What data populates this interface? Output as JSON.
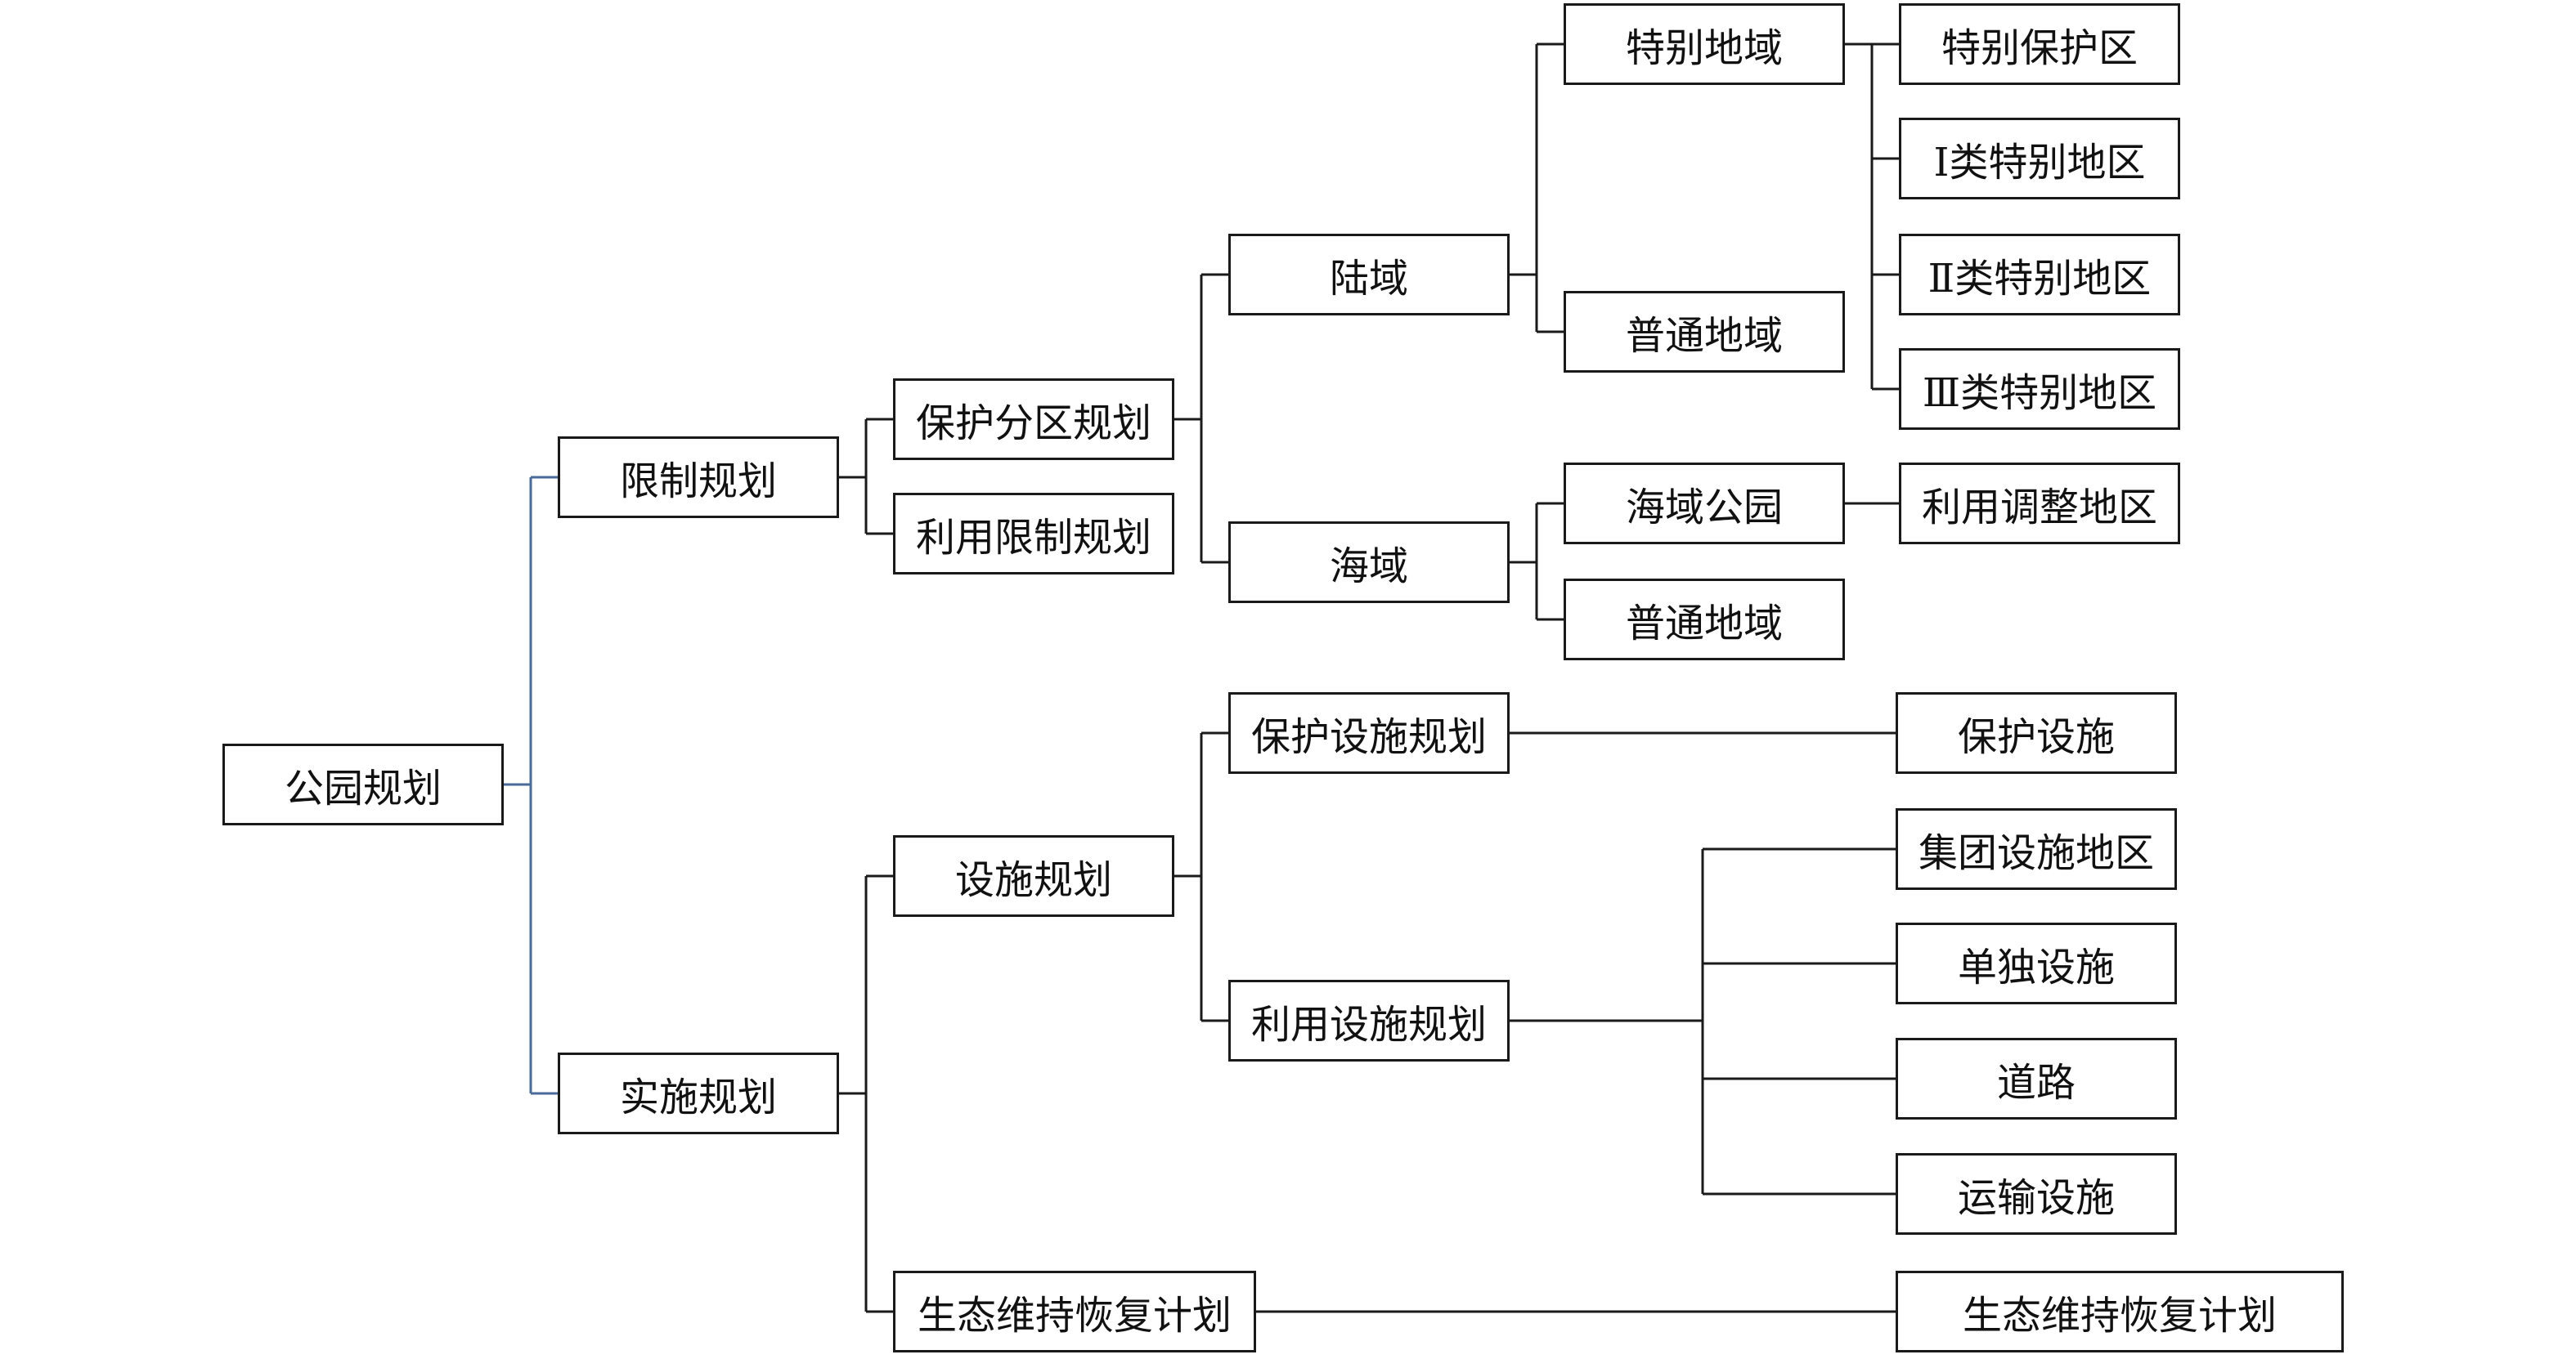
{
  "diagram": {
    "root": "公园规划",
    "level1": {
      "restrict": "限制规划",
      "implement": "实施规划"
    },
    "level2": {
      "zoning": "保护分区规划",
      "use_limit": "利用限制规划",
      "facility": "设施规划",
      "eco": "生态维持恢复计划"
    },
    "level3": {
      "land": "陆域",
      "sea": "海域",
      "protect_fac": "保护设施规划",
      "use_fac": "利用设施规划"
    },
    "level4": {
      "special_area": "特别地域",
      "normal_area_land": "普通地域",
      "marine_park": "海域公园",
      "normal_area_sea": "普通地域"
    },
    "leaves": {
      "special_protect": "特别保护区",
      "class1": "Ⅰ类特别地区",
      "class2": "Ⅱ类特别地区",
      "class3": "Ⅲ类特别地区",
      "use_adjust": "利用调整地区",
      "protect_fac": "保护设施",
      "group_fac": "集团设施地区",
      "single_fac": "单独设施",
      "road": "道路",
      "transport_fac": "运输设施",
      "eco_plan": "生态维持恢复计划"
    },
    "colors": {
      "border": "#1a1a1a",
      "root_connector": "#4a6a9a"
    }
  }
}
